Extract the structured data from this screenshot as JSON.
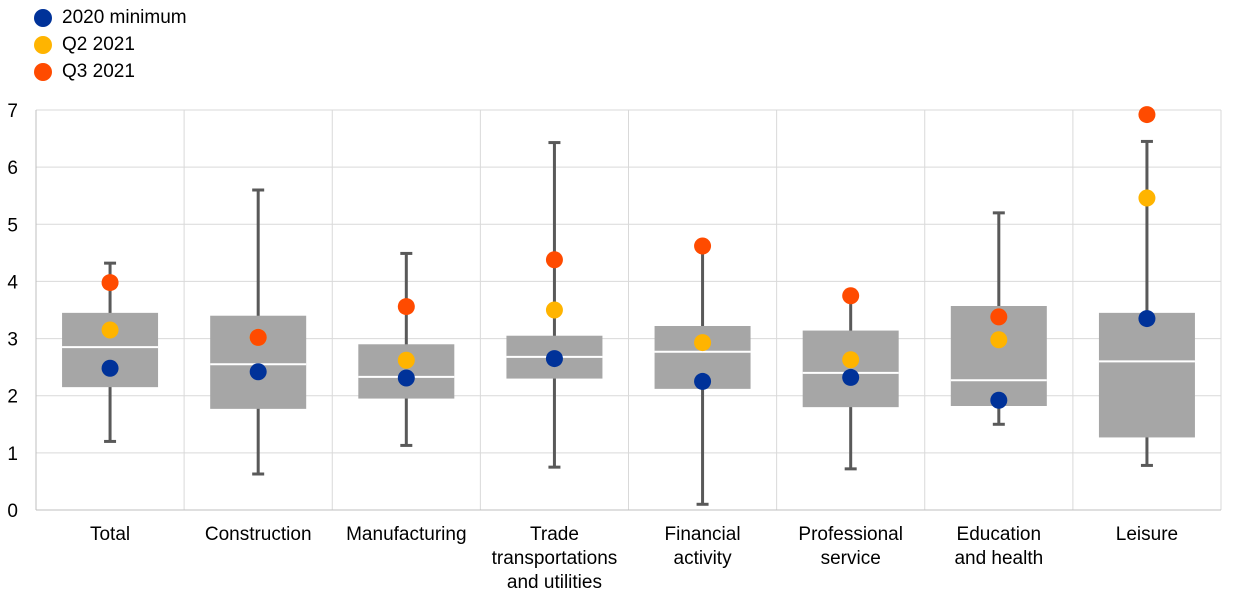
{
  "legend": [
    {
      "label": "2020 minimum",
      "color": "#003299"
    },
    {
      "label": "Q2 2021",
      "color": "#FFB400"
    },
    {
      "label": "Q3 2021",
      "color": "#FF4B00"
    }
  ],
  "chart_data": {
    "type": "box",
    "ylim": [
      0,
      7
    ],
    "yticks": [
      "0",
      "1",
      "2",
      "3",
      "4",
      "5",
      "6",
      "7"
    ],
    "grid": true,
    "legend_position": "top-left",
    "colors": {
      "box": "#A6A6A6",
      "median": "#FFFFFF",
      "whisker": "#595959"
    },
    "categories": [
      {
        "label": [
          "Total"
        ],
        "whisker_low": 1.2,
        "q1": 2.15,
        "median": 2.85,
        "q3": 3.45,
        "whisker_high": 4.32
      },
      {
        "label": [
          "Construction"
        ],
        "whisker_low": 0.63,
        "q1": 1.77,
        "median": 2.55,
        "q3": 3.4,
        "whisker_high": 5.6
      },
      {
        "label": [
          "Manufacturing"
        ],
        "whisker_low": 1.13,
        "q1": 1.95,
        "median": 2.33,
        "q3": 2.9,
        "whisker_high": 4.49
      },
      {
        "label": [
          "Trade",
          "transportations",
          "and utilities"
        ],
        "whisker_low": 0.75,
        "q1": 2.3,
        "median": 2.68,
        "q3": 3.05,
        "whisker_high": 6.43
      },
      {
        "label": [
          "Financial",
          "activity"
        ],
        "whisker_low": 0.1,
        "q1": 2.12,
        "median": 2.77,
        "q3": 3.22,
        "whisker_high": 4.68
      },
      {
        "label": [
          "Professional",
          "service"
        ],
        "whisker_low": 0.72,
        "q1": 1.8,
        "median": 2.4,
        "q3": 3.14,
        "whisker_high": 3.8
      },
      {
        "label": [
          "Education",
          "and health"
        ],
        "whisker_low": 1.5,
        "q1": 1.82,
        "median": 2.27,
        "q3": 3.57,
        "whisker_high": 5.2
      },
      {
        "label": [
          "Leisure"
        ],
        "whisker_low": 0.78,
        "q1": 1.27,
        "median": 2.6,
        "q3": 3.45,
        "whisker_high": 6.45
      }
    ],
    "series": [
      {
        "name": "2020 minimum",
        "color": "#003299",
        "values": [
          2.48,
          2.42,
          2.31,
          2.65,
          2.25,
          2.32,
          1.92,
          3.35
        ]
      },
      {
        "name": "Q2 2021",
        "color": "#FFB400",
        "values": [
          3.15,
          3.02,
          2.62,
          3.5,
          2.93,
          2.63,
          2.98,
          5.46
        ]
      },
      {
        "name": "Q3 2021",
        "color": "#FF4B00",
        "values": [
          3.98,
          3.02,
          3.56,
          4.38,
          4.62,
          3.75,
          3.38,
          6.92
        ]
      }
    ]
  }
}
